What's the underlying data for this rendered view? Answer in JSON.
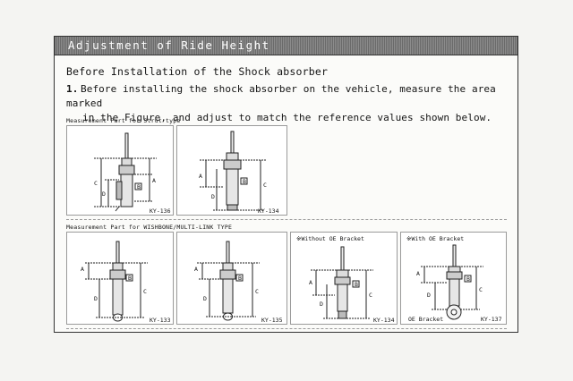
{
  "header": {
    "title": "Adjustment of Ride Height"
  },
  "section": {
    "heading": "Before Installation of the Shock absorber"
  },
  "step1": {
    "number": "1.",
    "line1": "Before installing the shock absorber on the vehicle, measure the area marked",
    "line2": "in the Figure, and adjust to match the reference values shown below."
  },
  "strut_section": {
    "label": "Measurement Part for Strut type"
  },
  "multilink_section": {
    "label": "Measurement Part for WISHBONE/MULTI-LINK TYPE"
  },
  "dimension_labels": {
    "a": "A",
    "b": "B",
    "c": "C",
    "d": "D"
  },
  "panels": {
    "ky136": {
      "model": "KY-136"
    },
    "ky134": {
      "model": "KY-134"
    },
    "ky133": {
      "model": "KY-133"
    },
    "ky135": {
      "model": "KY-135"
    },
    "ky134b": {
      "title": "※Without OE Bracket",
      "model": "KY-134"
    },
    "ky137": {
      "title": "※With OE Bracket",
      "model": "KY-137",
      "bracket_label": "OE Bracket"
    }
  }
}
